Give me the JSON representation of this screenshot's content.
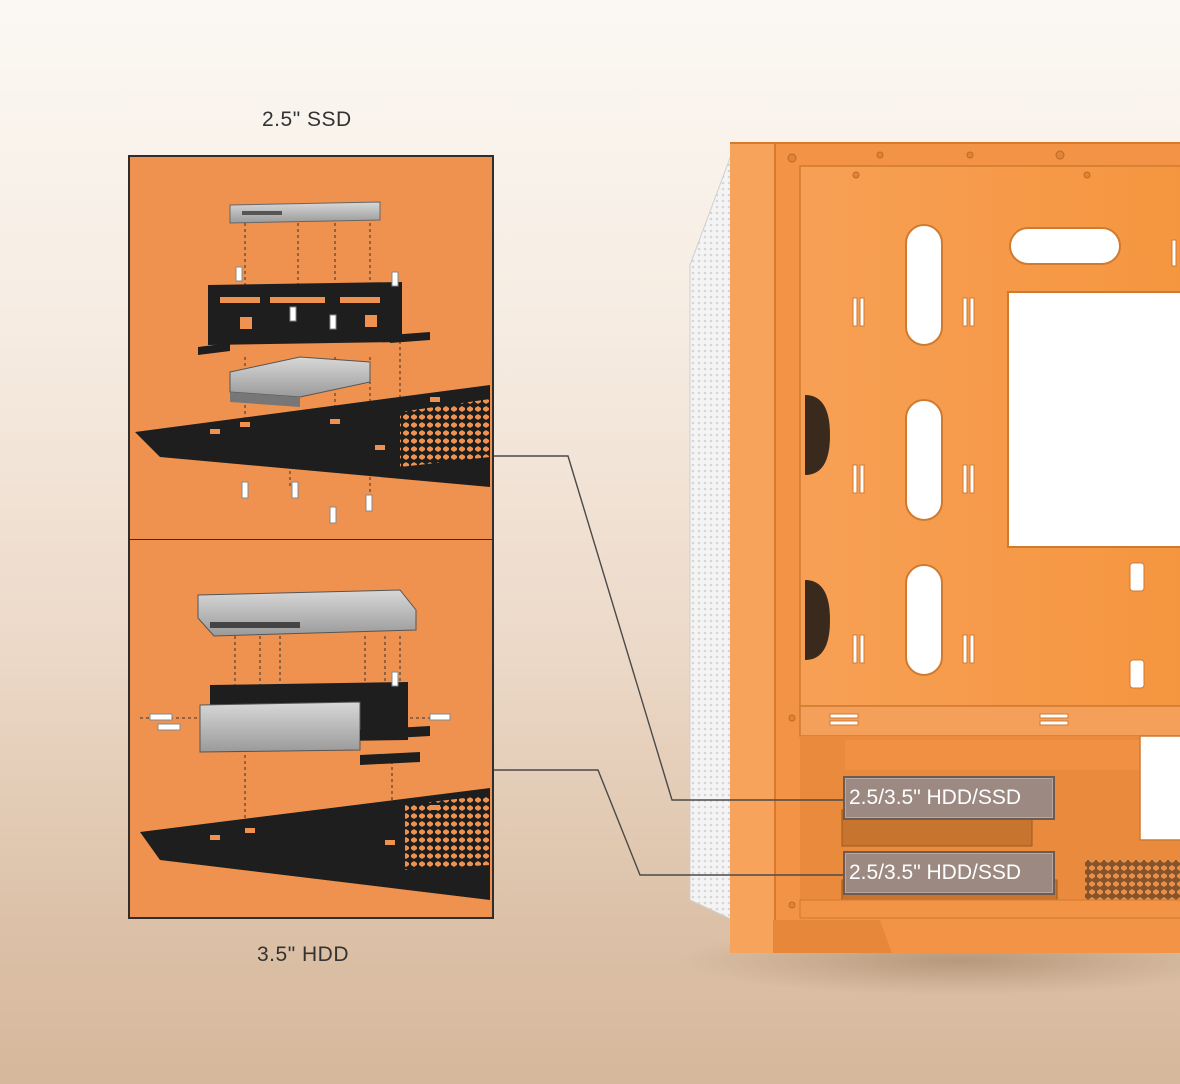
{
  "captions": {
    "ssd": "2.5\" SSD",
    "hdd": "3.5\" HDD"
  },
  "callouts": {
    "top": "2.5/3.5\" HDD/SSD",
    "bottom": "2.5/3.5\" HDD/SSD"
  },
  "colors": {
    "case_orange": "#f39345",
    "panel_orange": "#f0924f",
    "bracket_black": "#1e1e1e",
    "label_box": "#9c8a82"
  }
}
